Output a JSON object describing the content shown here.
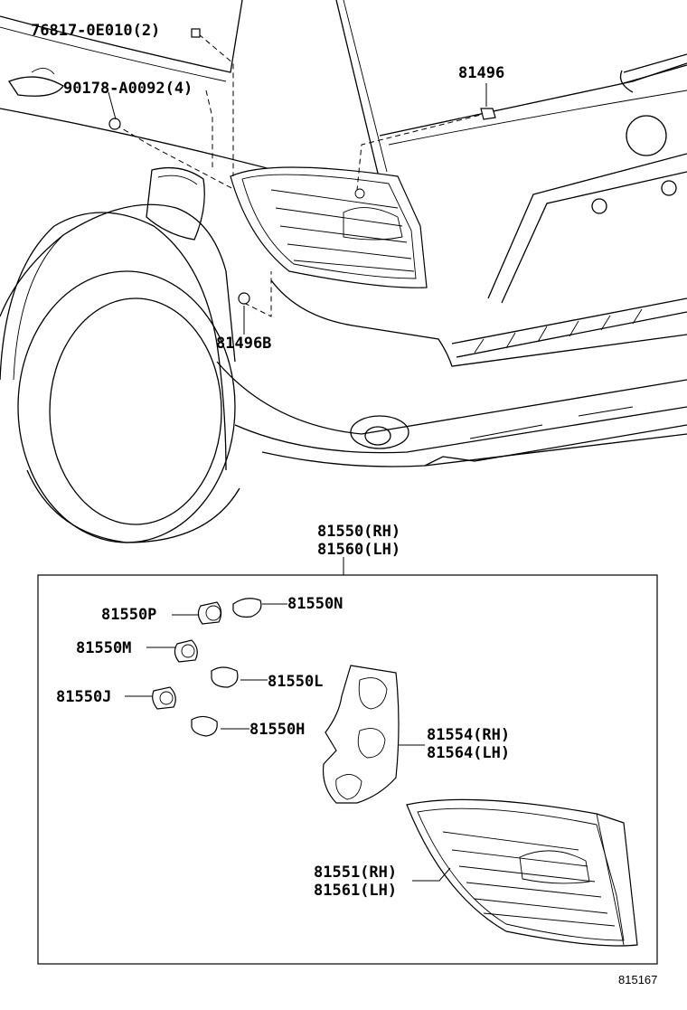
{
  "labels": {
    "p76817": "76817-0E010(2)",
    "p90178": "90178-A0092(4)",
    "p81496": "81496",
    "p81496b": "81496B",
    "assy_rh": "81550(RH)",
    "assy_lh": "81560(LH)",
    "p81550p": "81550P",
    "p81550n": "81550N",
    "p81550m": "81550M",
    "p81550l": "81550L",
    "p81550j": "81550J",
    "p81550h": "81550H",
    "gasket_rh": "81554(RH)",
    "gasket_lh": "81564(LH)",
    "lens_rh": "81551(RH)",
    "lens_lh": "81561(LH)"
  },
  "figure_ref": "815167"
}
